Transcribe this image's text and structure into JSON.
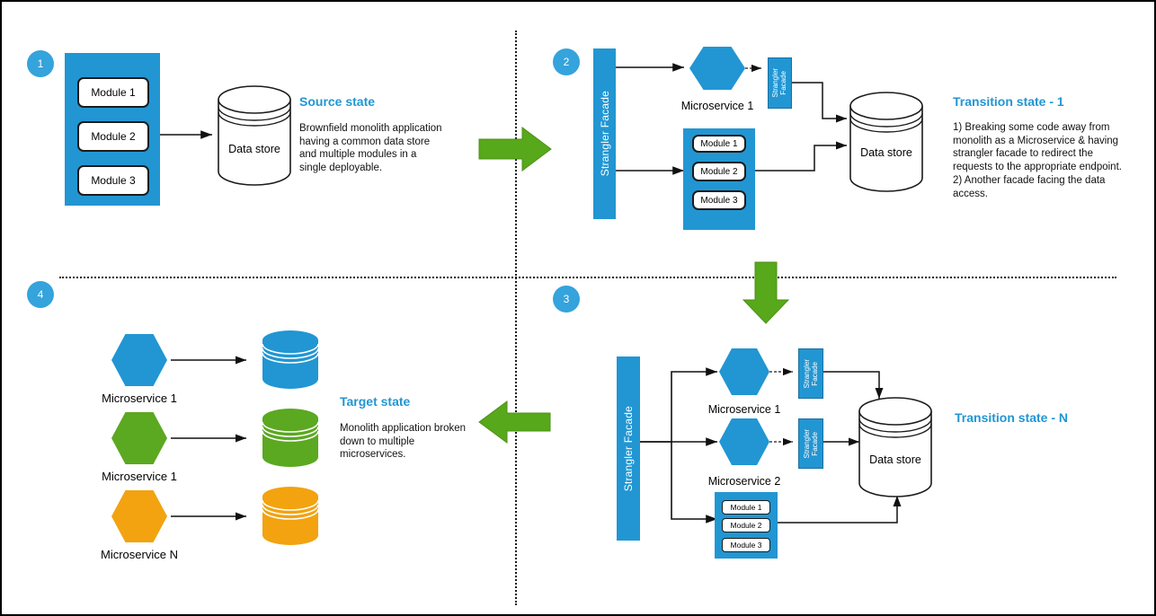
{
  "colors": {
    "blue": "#2196D3",
    "badge_blue": "#35a3dc",
    "heading_blue": "#2196D3",
    "green": "#5BA821",
    "arrow_green": "#57A81B",
    "orange": "#F2A30F",
    "line": "#1b1b1b",
    "background": "#FFFFFF"
  },
  "quadrants": {
    "source": {
      "badge": "1",
      "heading": "Source state",
      "description": "Brownfield monolith application having a common data store and multiple modules in a single deployable.",
      "monolith_modules": [
        "Module 1",
        "Module 2",
        "Module 3"
      ],
      "datastore_label": "Data store"
    },
    "transition1": {
      "badge": "2",
      "heading": "Transition state - 1",
      "description": "1) Breaking some code away from monolith as a Microservice & having strangler facade to redirect the requests to the appropriate endpoint.\n2) Another facade facing the data access.",
      "facade_label": "Strangler Facade",
      "facade_small_line1": "Strangler",
      "facade_small_line2": "Facade",
      "microservice_label": "Microservice 1",
      "monolith_modules": [
        "Module 1",
        "Module 2",
        "Module 3"
      ],
      "datastore_label": "Data store"
    },
    "transitionN": {
      "badge": "3",
      "heading": "Transition state - N",
      "facade_label": "Strangler Facade",
      "facade_small_line1": "Strangler",
      "facade_small_line2": "Facade",
      "microservices": [
        "Microservice 1",
        "Microservice 2"
      ],
      "monolith_modules": [
        "Module 1",
        "Module 2",
        "Module 3"
      ],
      "datastore_label": "Data store"
    },
    "target": {
      "badge": "4",
      "heading": "Target state",
      "description": "Monolith application broken down to multiple microservices.",
      "services": [
        {
          "label": "Microservice 1",
          "color": "#2196D3"
        },
        {
          "label": "Microservice 1",
          "color": "#5BA821"
        },
        {
          "label": "Microservice N",
          "color": "#F2A30F"
        }
      ]
    }
  }
}
